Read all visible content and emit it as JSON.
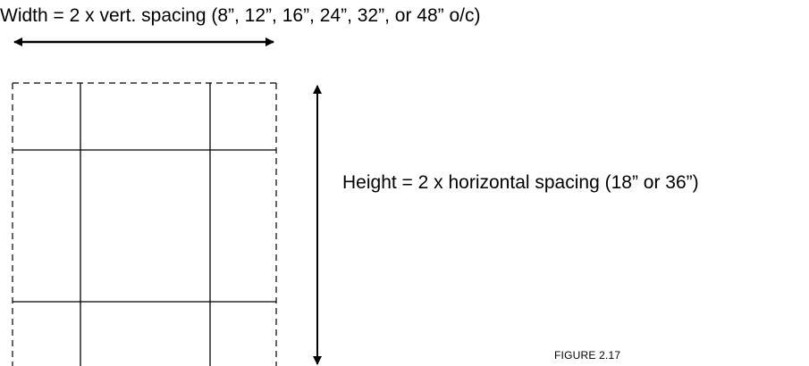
{
  "width_label": "Width = 2 x vert. spacing (8”, 12”, 16”, 24”, 32”, or 48” o/c)",
  "height_label": "Height = 2 x horizontal spacing (18” or 36”)",
  "figure_label": "FIGURE 2.17",
  "colors": {
    "line": "#000000",
    "background": "#ffffff"
  }
}
